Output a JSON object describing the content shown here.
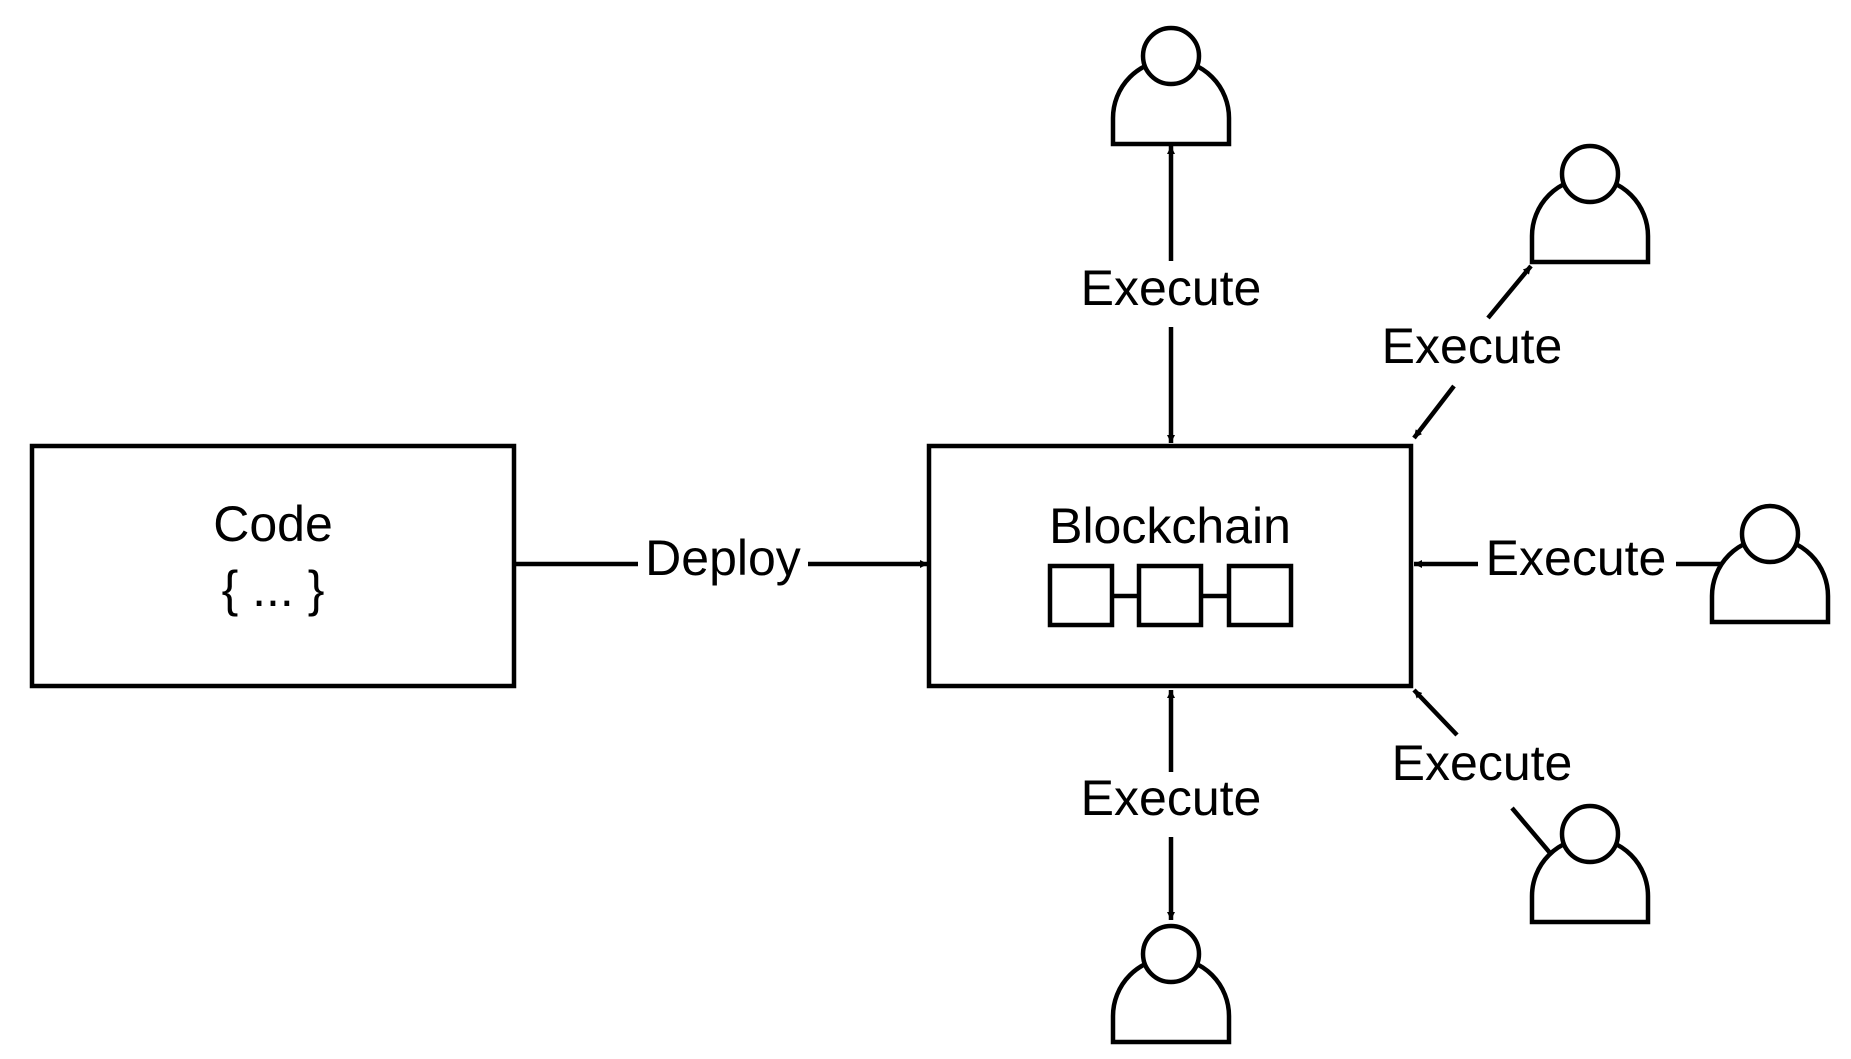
{
  "nodes": {
    "code": {
      "title": "Code",
      "body": "{ ... }"
    },
    "blockchain": {
      "title": "Blockchain"
    }
  },
  "edges": {
    "deploy": "Deploy",
    "execute_top": "Execute",
    "execute_top_right": "Execute",
    "execute_right": "Execute",
    "execute_bottom_right": "Execute",
    "execute_bottom": "Execute"
  },
  "colors": {
    "stroke": "#000000",
    "background": "#ffffff"
  },
  "icons": [
    "user-icon",
    "arrowhead"
  ]
}
